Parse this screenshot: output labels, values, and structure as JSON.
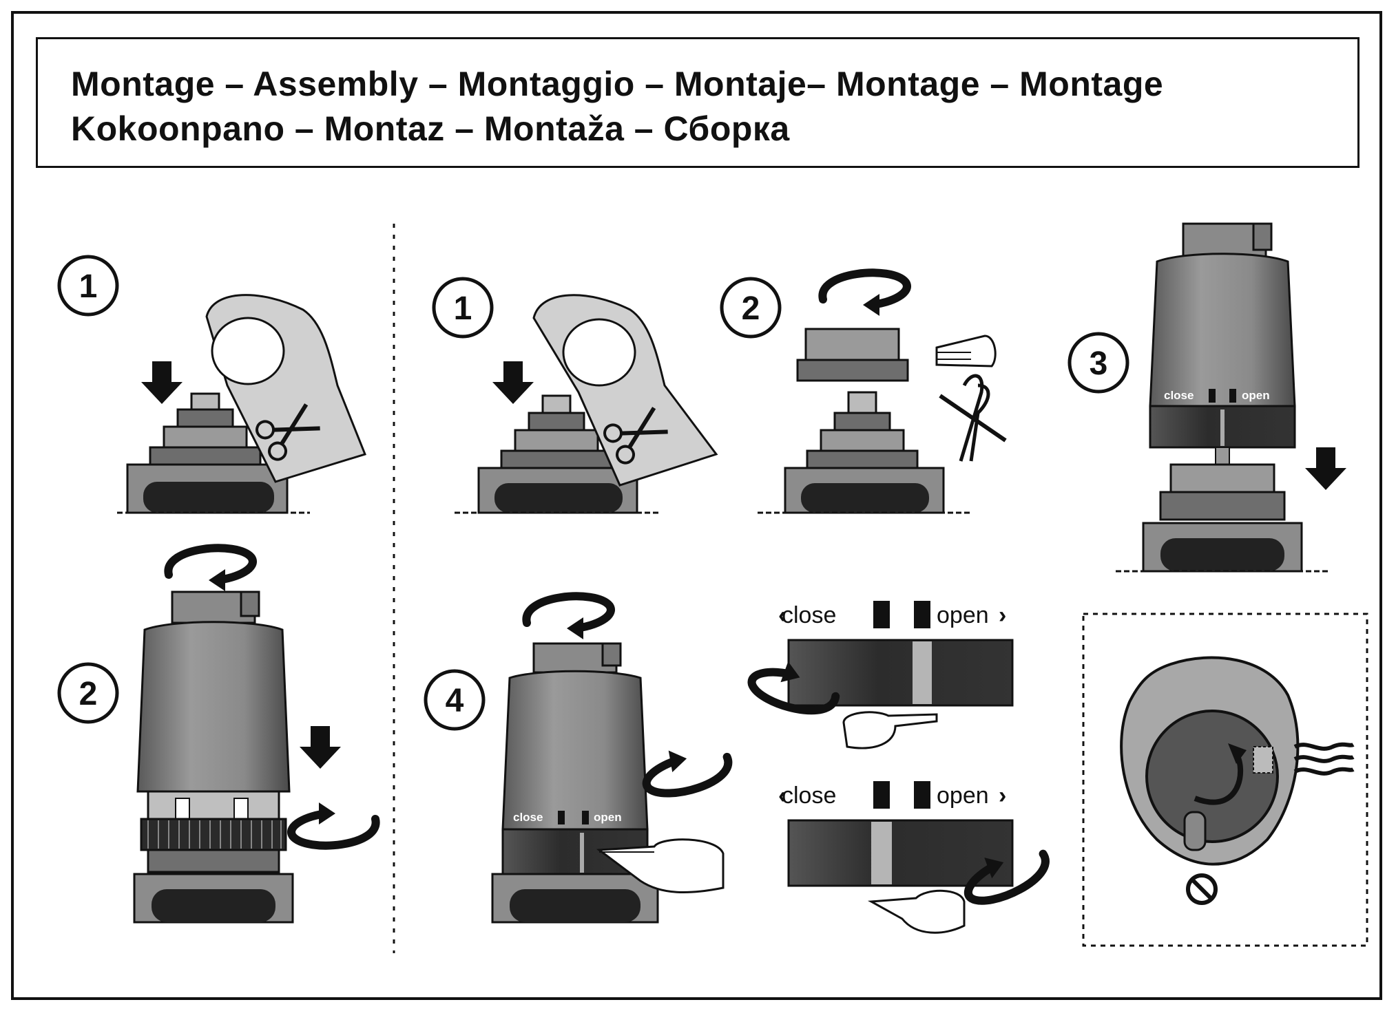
{
  "title": {
    "line1": "Montage – Assembly – Montaggio – Montaje– Montage – Montage",
    "line2": "Kokoonpano – Montaz  –  Montaža  – Сборка"
  },
  "left_panel": {
    "step1_number": "1",
    "step2_number": "2"
  },
  "right_panel": {
    "step1_number": "1",
    "step2_number": "2",
    "step3_number": "3",
    "step4_number": "4",
    "scale_close": "close",
    "scale_open": "open"
  },
  "colors": {
    "outline": "#111111",
    "body_gray": "#7a7a7a",
    "dark_gray": "#3c3c3c",
    "light_gray": "#b5b5b5"
  },
  "icons": [
    "scissors-icon",
    "arrow-down-icon",
    "rotate-arrow-icon",
    "hand-icon",
    "pliers-icon",
    "no-symbol-icon",
    "heat-waves-icon"
  ]
}
